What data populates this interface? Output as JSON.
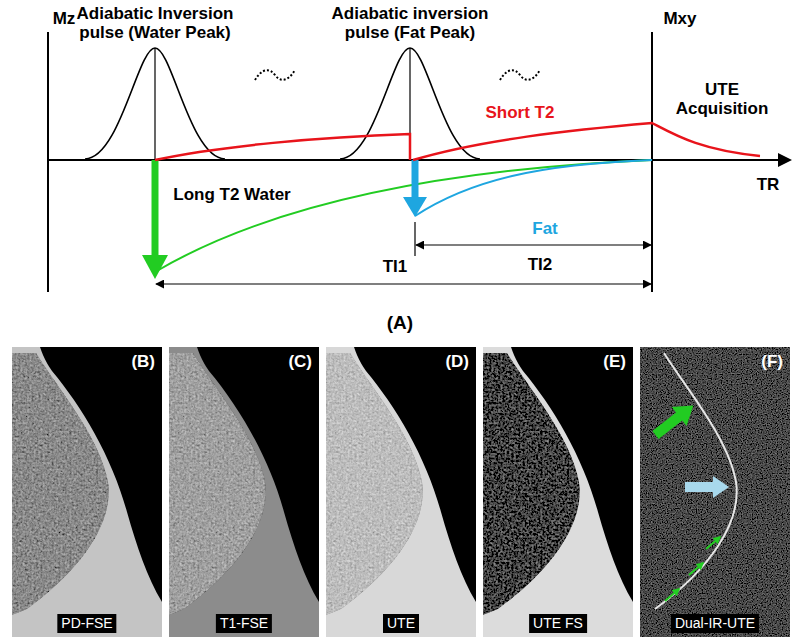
{
  "diagram": {
    "nodes": [
      {
        "text": [
          "(B)",
          "PD-FSE"
        ]
      },
      {
        "text": [
          "(C)",
          "T1-FSE"
        ]
      },
      {
        "text": [
          "(D)",
          "UTE"
        ]
      },
      {
        "text": [
          "(E)",
          "UTE FS"
        ]
      },
      {
        "text": [
          "(F)",
          "Dual-IR-UTE"
        ]
      }
    ],
    "labels": [
      "Mz",
      "Adiabatic Inversion pulse (Water Peak)",
      "Adiabatic inversion pulse (Fat Peak)",
      "Mxy",
      "Short T2",
      "UTE Acquisition",
      "Long T2 Water",
      "Fat",
      "TR",
      "TI1",
      "TI2",
      "(A)"
    ]
  }
}
